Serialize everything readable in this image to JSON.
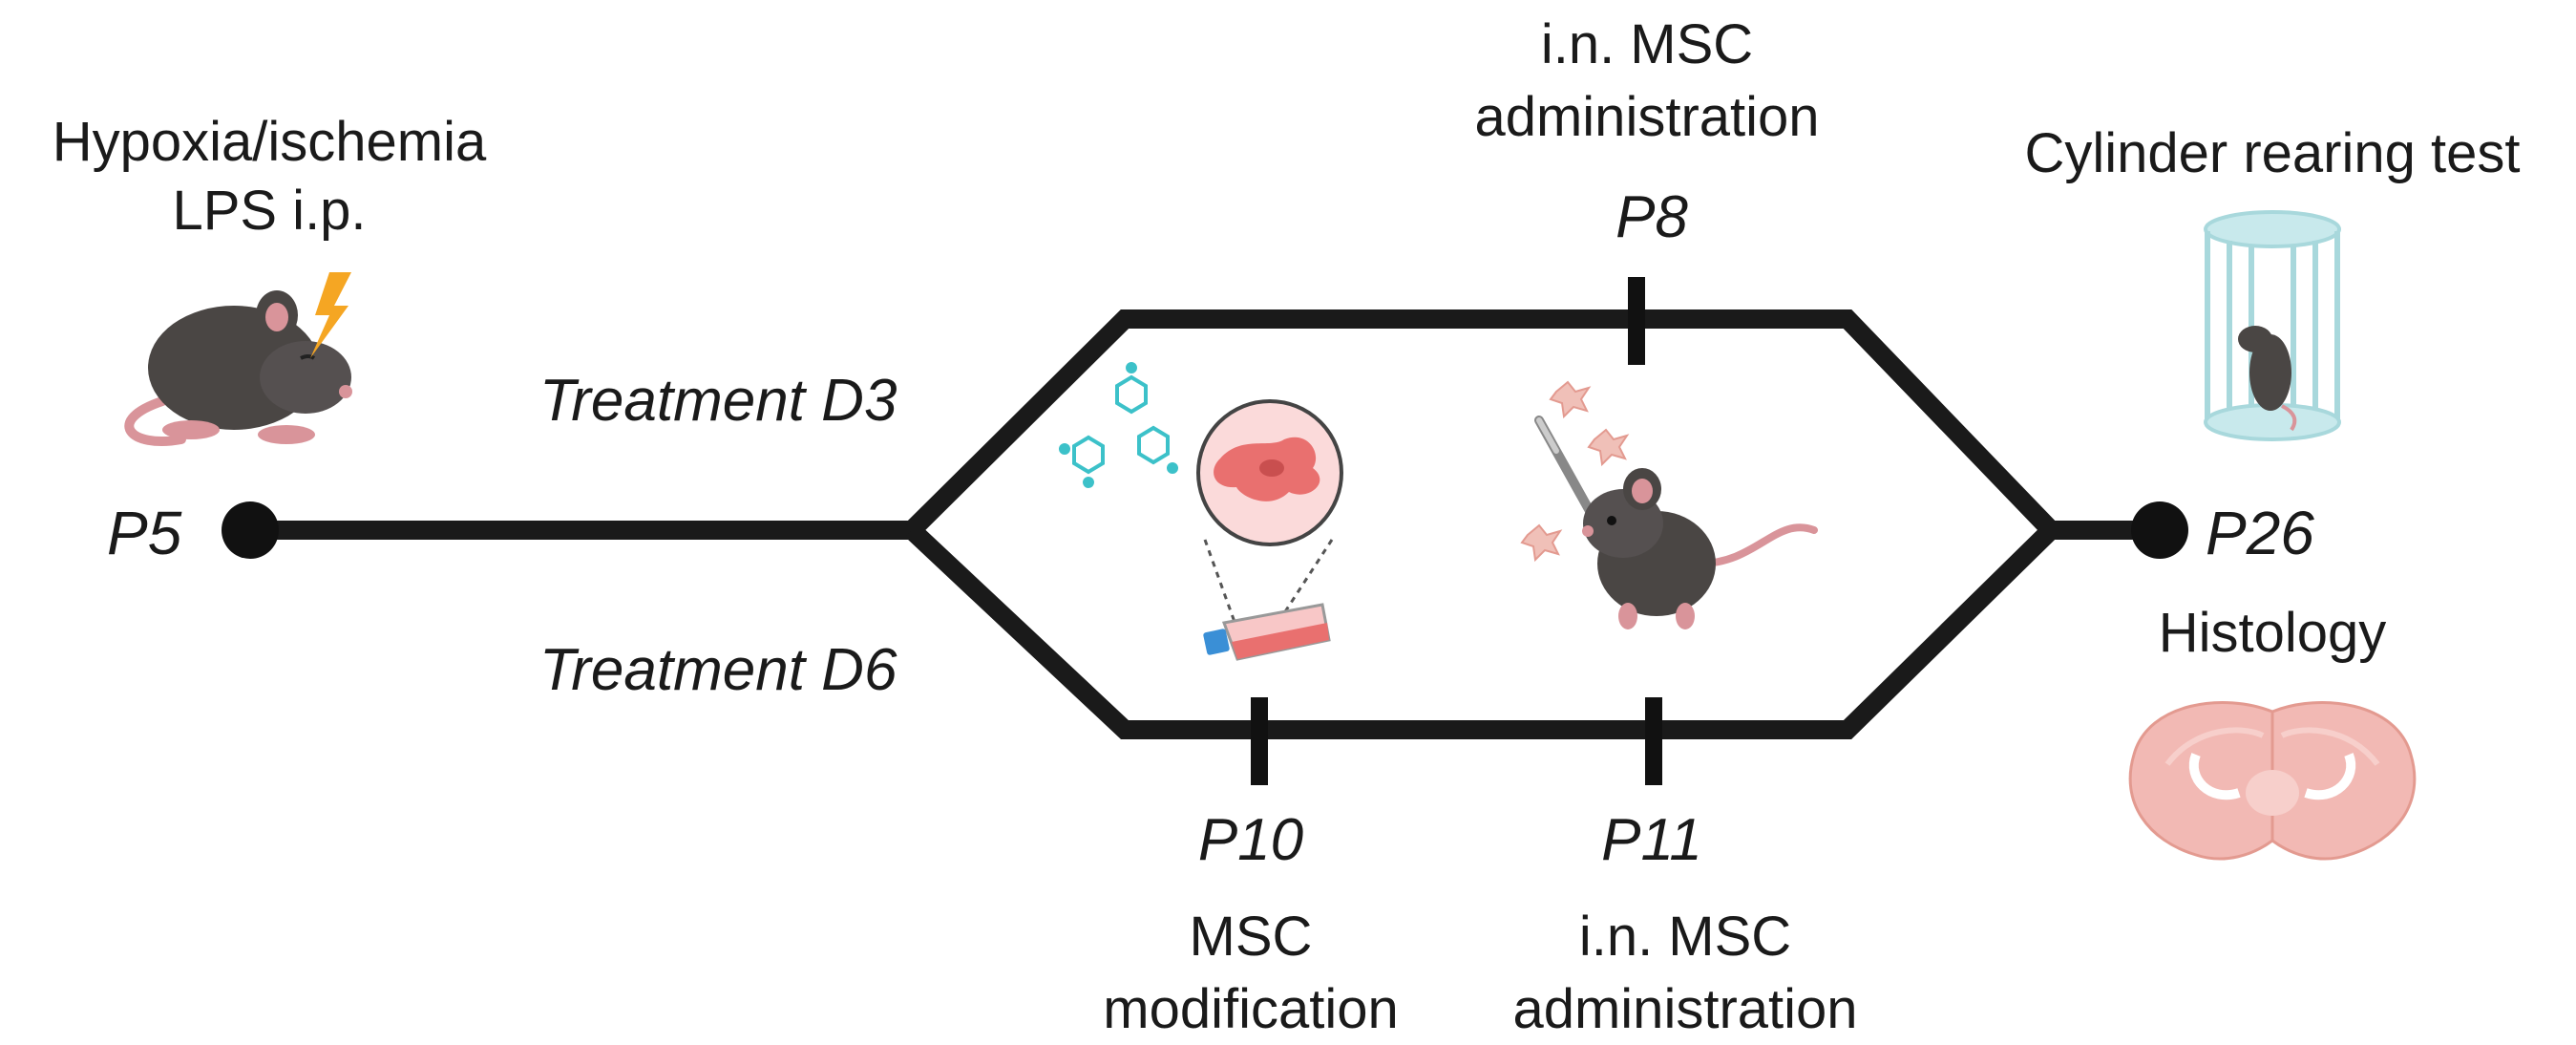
{
  "labels": {
    "start_event_line1": "Hypoxia/ischemia",
    "start_event_line2": "LPS i.p.",
    "p5": "P5",
    "p26": "P26",
    "treatment_d3": "Treatment D3",
    "treatment_d6": "Treatment D6",
    "top_admin_line1": "i.n. MSC",
    "top_admin_line2": "administration",
    "p8": "P8",
    "cylinder_test": "Cylinder rearing test",
    "histology": "Histology",
    "p10": "P10",
    "p11": "P11",
    "msc_mod_line1": "MSC",
    "msc_mod_line2": "modification",
    "bottom_admin_line1": "i.n. MSC",
    "bottom_admin_line2": "administration"
  },
  "icons": {
    "injured_mouse": "mouse-with-lightning-icon",
    "lightning": "lightning-icon",
    "molecules": "molecule-icon",
    "msc_cell": "stem-cell-icon",
    "culture_flask": "culture-flask-icon",
    "pipette": "pipette-icon",
    "treated_mouse": "mouse-icon",
    "cylinder": "cylinder-cage-icon",
    "brain_section": "brain-section-icon"
  },
  "colors": {
    "timeline": "#1a1a1a",
    "mouse_body": "#4a4644",
    "mouse_pink": "#d9949a",
    "lightning": "#f5a623",
    "molecule": "#3cc1c9",
    "cell": "#e9706f",
    "cell_bg": "#fbdada",
    "flask_cap": "#3a8fd6",
    "cylinder": "#a8d8dc",
    "brain": "#f2b9b4"
  }
}
